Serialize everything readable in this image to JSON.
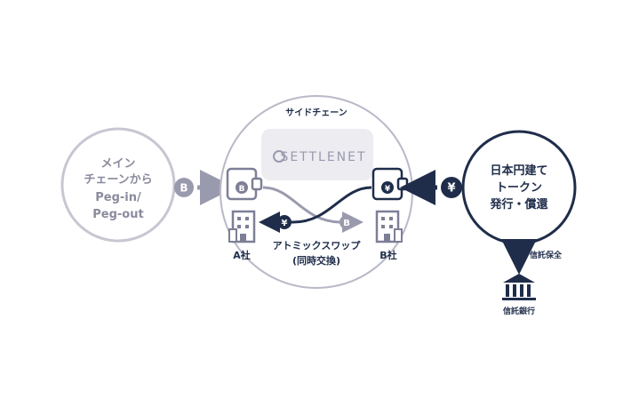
{
  "main_chain": {
    "lines": [
      "メイン",
      "チェーンから",
      "Peg-in/",
      "Peg-out"
    ]
  },
  "sidechain": {
    "title": "サイドチェーン",
    "brand": "SETTLENET",
    "company_a": "A社",
    "company_b": "B社",
    "swap_line1": "アトミックスワップ",
    "swap_line2": "(同時交換)"
  },
  "yen_token": {
    "lines": [
      "日本円建て",
      "トークン",
      "発行・償還"
    ]
  },
  "trust": {
    "custody_label": "信託保全",
    "bank_label": "信託銀行"
  },
  "symbols": {
    "bitcoin": "B",
    "yen": "¥"
  },
  "colors": {
    "gray": "#9a9aae",
    "gray_light": "#c7c7d2",
    "navy": "#1f2d4a",
    "token_gray": "#7d7f96",
    "brand_box": "#ececf1"
  },
  "icons": [
    "wallet-icon",
    "building-icon",
    "bank-icon",
    "bitcoin-coin-icon",
    "yen-coin-icon",
    "arrow-icon"
  ]
}
